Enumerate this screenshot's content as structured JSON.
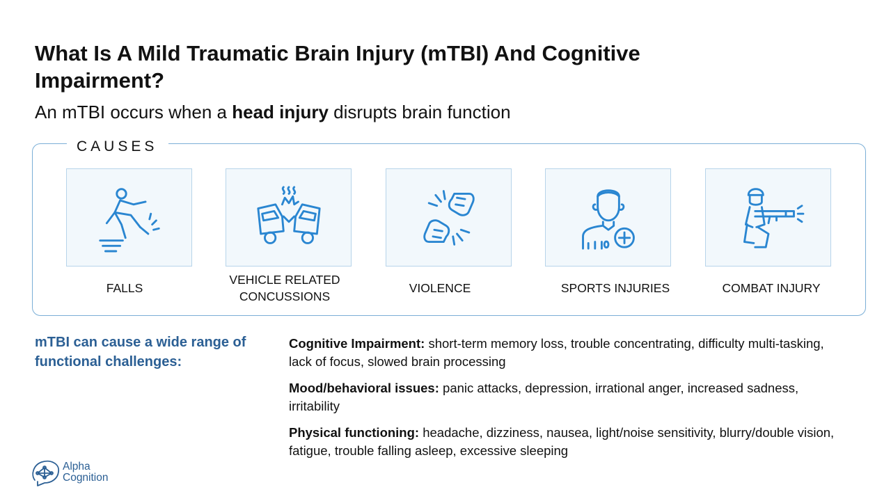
{
  "title": "What Is A Mild Traumatic Brain Injury (mTBI) And Cognitive Impairment?",
  "subtitle": {
    "prefix": "An mTBI occurs when a ",
    "emphasis": "head injury",
    "suffix": " disrupts brain function"
  },
  "causes": {
    "heading": "CAUSES",
    "items": [
      {
        "label": "FALLS",
        "icon": "person-slipping-icon"
      },
      {
        "label": "VEHICLE RELATED CONCUSSIONS",
        "icon": "car-collision-icon"
      },
      {
        "label": "VIOLENCE",
        "icon": "fist-bump-icon"
      },
      {
        "label": "SPORTS INJURIES",
        "icon": "athlete-plus-icon"
      },
      {
        "label": "COMBAT INJURY",
        "icon": "kneeling-soldier-icon"
      }
    ]
  },
  "challenges": {
    "lead": "mTBI can cause a wide range of functional challenges:",
    "items": [
      {
        "heading": "Cognitive Impairment:",
        "text": " short-term memory loss, trouble concentrating, difficulty multi-tasking, lack of focus, slowed brain processing"
      },
      {
        "heading": "Mood/behavioral issues:",
        "text": " panic attacks, depression, irrational anger, increased sadness, irritability"
      },
      {
        "heading": "Physical functioning:",
        "text": " headache, dizziness, nausea, light/noise sensitivity, blurry/double vision, fatigue, trouble falling asleep, excessive sleeping"
      }
    ]
  },
  "logo": {
    "line1": "Alpha",
    "line2": "Cognition",
    "icon": "brain-network-icon"
  },
  "colors": {
    "accent": "#2b5f94",
    "icon_blue": "#2a86d1",
    "card_bg": "#f2f8fc",
    "card_border": "#b7d4ea",
    "box_border": "#7aaed6"
  }
}
